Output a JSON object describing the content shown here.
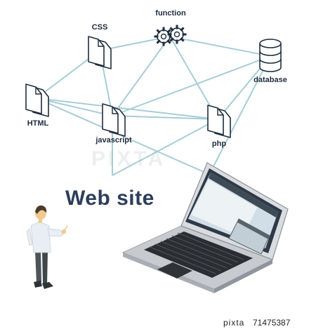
{
  "nodes": {
    "css": "CSS",
    "function": "function",
    "database": "database",
    "html": "HTML",
    "javascript": "javascript",
    "php": "php"
  },
  "title": "Web site",
  "watermark": "PIXTA",
  "footer": {
    "brand": "pixta",
    "id": "71475387"
  },
  "colors": {
    "connector": "#a6cdd6",
    "text": "#1f2d3d",
    "title": "#2c3e5a"
  }
}
